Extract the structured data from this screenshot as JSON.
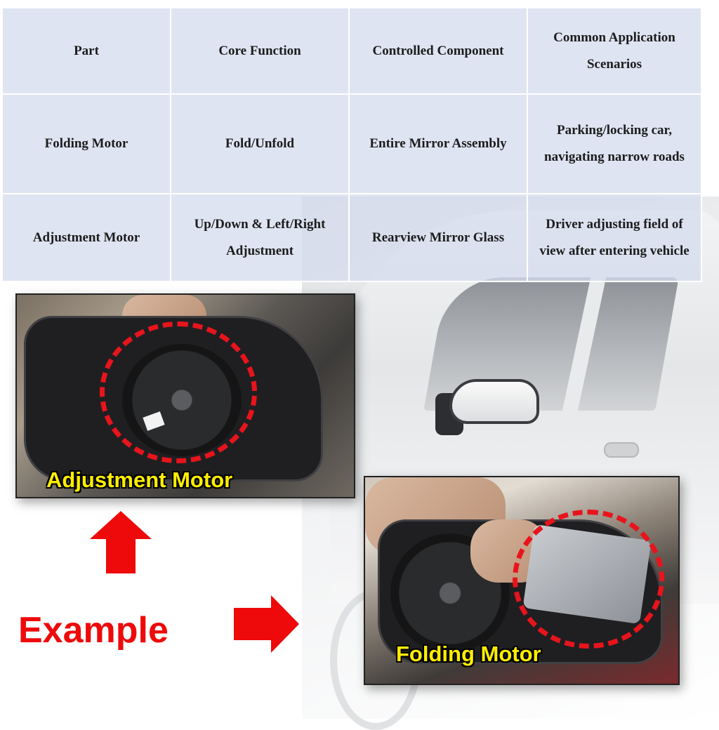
{
  "table": {
    "headers": [
      "Part",
      "Core Function",
      "Controlled Component",
      "Common Application Scenarios"
    ],
    "rows": [
      [
        "Folding Motor",
        "Fold/Unfold",
        "Entire Mirror Assembly",
        "Parking/locking car, navigating narrow roads"
      ],
      [
        "Adjustment Motor",
        "Up/Down & Left/Right Adjustment",
        "Rearview Mirror Glass",
        "Driver adjusting field of view after entering vehicle"
      ]
    ]
  },
  "photos": {
    "adjustment_label": "Adjustment Motor",
    "folding_label": "Folding Motor"
  },
  "example_label": "Example",
  "colors": {
    "accent_red": "#ee0a0a",
    "label_yellow": "#ffee00",
    "table_bg": "#d6dcee"
  },
  "icons": [
    "arrow-up-icon",
    "arrow-right-icon"
  ]
}
